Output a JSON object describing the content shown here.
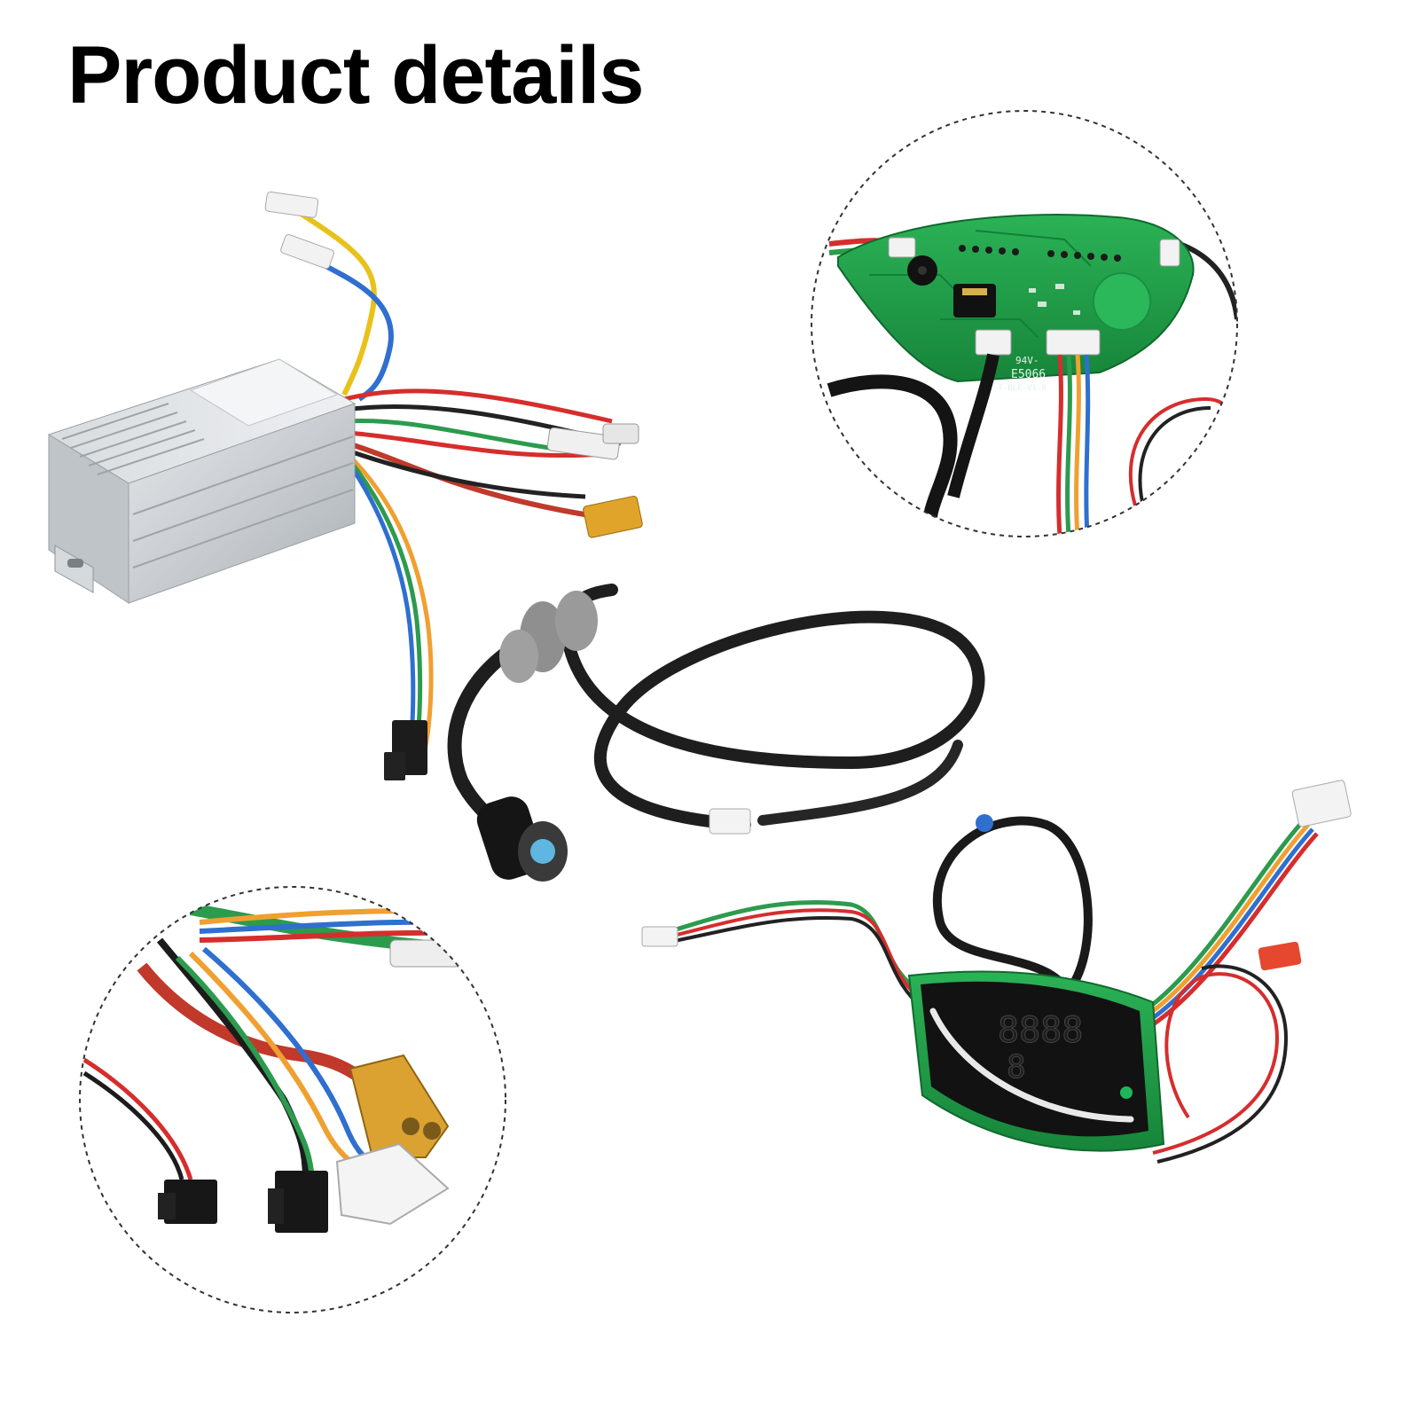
{
  "page": {
    "title": "Product details",
    "background_color": "#ffffff"
  },
  "products": {
    "controller": {
      "icon": "controller-box-icon"
    },
    "instrument_cable": {
      "icon": "cable-connector-icon"
    },
    "display_board": {
      "icon": "display-dashboard-icon"
    }
  },
  "zoom_pcb": {
    "icon": "circuit-board-icon",
    "pcb_label_line1": "94V-",
    "pcb_label_line2": "E5066",
    "pcb_label_line3": "-T-BLE-V1.0",
    "pcb_color": "#1e9b45"
  },
  "zoom_connectors": {
    "icon": "connector-plugs-icon"
  },
  "display_readout": {
    "digits_top": "8888",
    "digits_bottom": "8"
  }
}
